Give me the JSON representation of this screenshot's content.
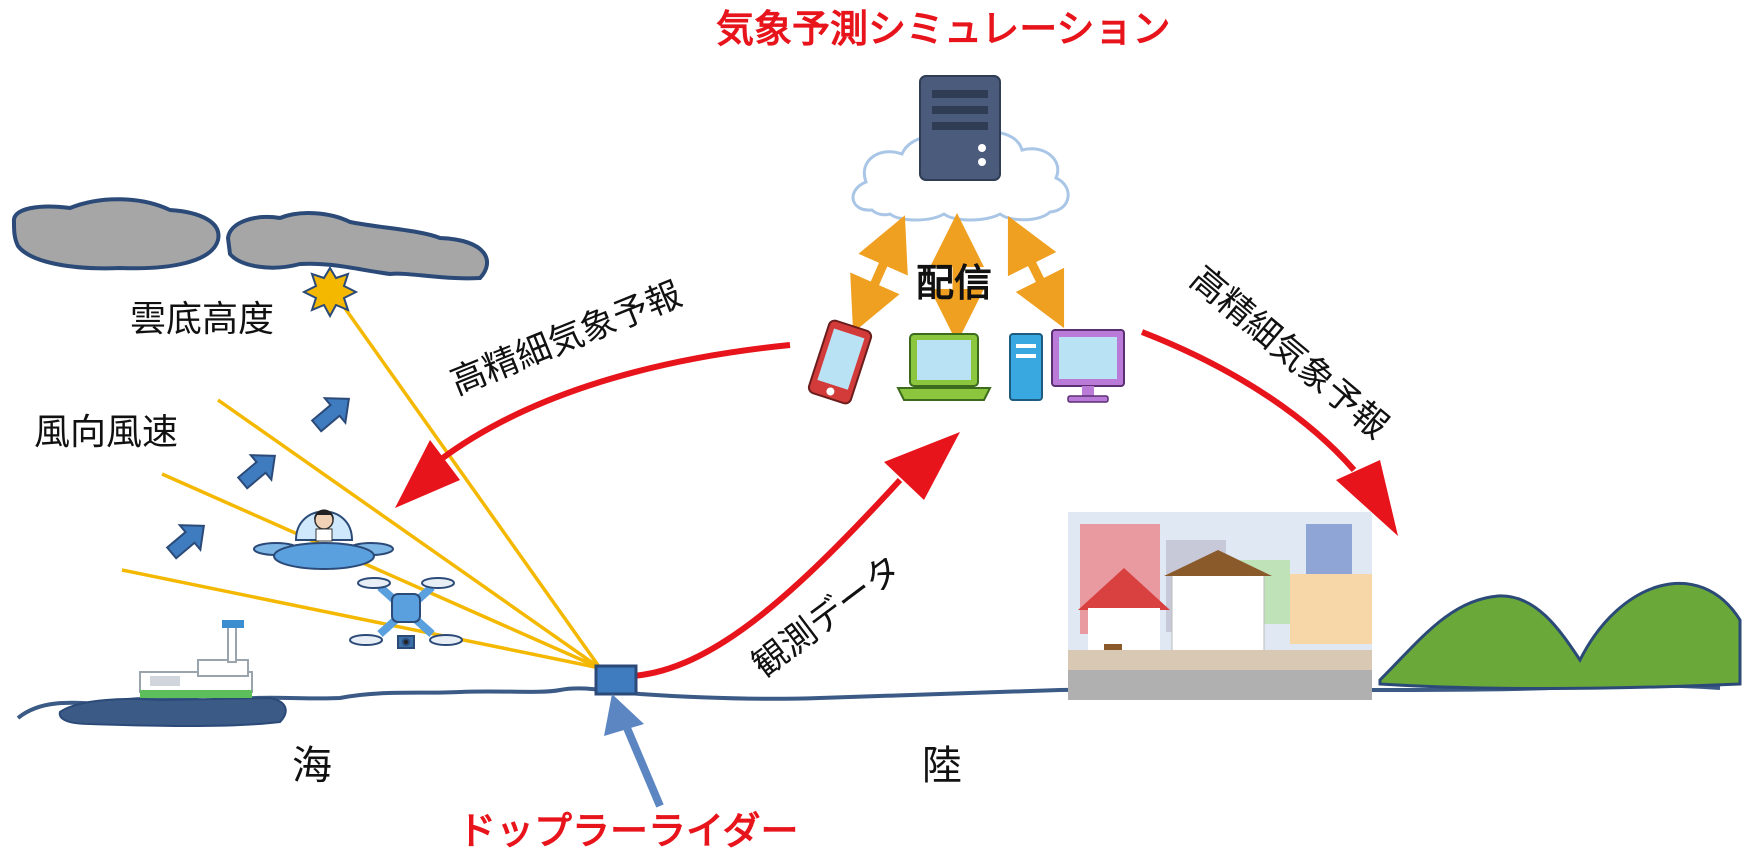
{
  "labels": {
    "simulation": "気象予測シミュレーション",
    "distribution": "配信",
    "forecast_left": "高精細気象予報",
    "forecast_right": "高精細気象予報",
    "observation_data": "観測データ",
    "cloud_base_height": "雲底高度",
    "wind": "風向風速",
    "sea": "海",
    "land": "陸",
    "lidar": "ドップラーライダー"
  },
  "colors": {
    "accent_red": "#e8141b",
    "orange_arrow": "#f0a020",
    "laser_yellow": "#f5b800",
    "ground_line": "#3b5a86",
    "wind_arrow": "#3f7bbf",
    "cloud_gray": "#a6a6a6",
    "hill_green": "#6aa83a"
  },
  "icons": [
    "server-icon",
    "smartphone-icon",
    "laptop-icon",
    "desktop-pc-icon",
    "flying-car-icon",
    "drone-icon",
    "ship-icon",
    "town-icon",
    "hills-icon",
    "lidar-device-icon"
  ]
}
